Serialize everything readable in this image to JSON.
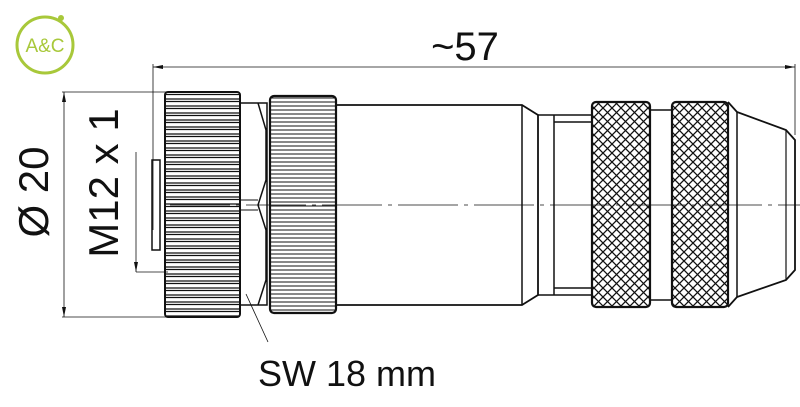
{
  "logo": {
    "text": "A&C",
    "color": "#a8c83a"
  },
  "dimensions": {
    "length": "~57",
    "diameter": "Ø 20",
    "thread": "M12 x 1",
    "wrench_size": "SW 18 mm"
  }
}
